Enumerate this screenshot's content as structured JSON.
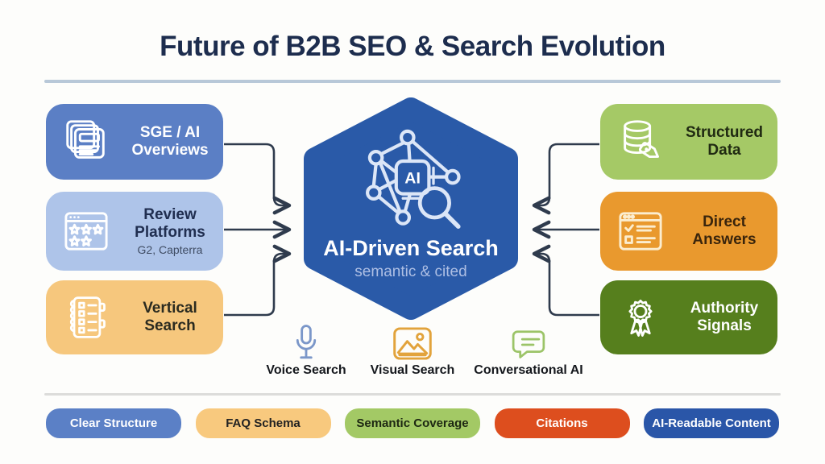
{
  "title": "Future of B2B SEO & Search Evolution",
  "center": {
    "title": "AI-Driven Search",
    "subtitle": "semantic & cited",
    "icon": "ai-network-search-icon",
    "bg_color": "#2a5aa8"
  },
  "left_column": [
    {
      "label": "SGE / AI\nOverviews",
      "icon": "stacked-documents-icon",
      "bg_color": "#5b7fc5",
      "text_color": "#ffffff"
    },
    {
      "label": "Review\nPlatforms",
      "sublabel": "G2, Capterra",
      "icon": "browser-stars-icon",
      "bg_color": "#aec4e9",
      "text_color": "#202e50"
    },
    {
      "label": "Vertical\nSearch",
      "icon": "notebook-checklist-icon",
      "bg_color": "#f6c77d",
      "text_color": "#2b2b20"
    }
  ],
  "right_column": [
    {
      "label": "Structured\nData",
      "icon": "database-tag-icon",
      "bg_color": "#a5c966",
      "text_color": "#202a12"
    },
    {
      "label": "Direct\nAnswers",
      "icon": "browser-checklist-icon",
      "bg_color": "#e9992e",
      "text_color": "#3a250c"
    },
    {
      "label": "Authority\nSignals",
      "icon": "award-ribbon-icon",
      "bg_color": "#567f1d",
      "text_color": "#ffffff"
    }
  ],
  "search_modes": [
    {
      "label": "Voice Search",
      "icon": "microphone-icon",
      "color": "#7b97c9"
    },
    {
      "label": "Visual Search",
      "icon": "image-icon",
      "color": "#e2a33c"
    },
    {
      "label": "Conversational AI",
      "icon": "chat-bubble-icon",
      "color": "#9cc468"
    }
  ],
  "footer_tags": [
    {
      "label": "Clear Structure",
      "bg_color": "#5b80c6",
      "text_color": "#ffffff"
    },
    {
      "label": "FAQ Schema",
      "bg_color": "#f8c97e",
      "text_color": "#222222"
    },
    {
      "label": "Semantic Coverage",
      "bg_color": "#a3c965",
      "text_color": "#1d2712"
    },
    {
      "label": "Citations",
      "bg_color": "#dd4e1e",
      "text_color": "#ffffff"
    },
    {
      "label": "AI-Readable Content",
      "bg_color": "#2a56a8",
      "text_color": "#ffffff"
    }
  ]
}
